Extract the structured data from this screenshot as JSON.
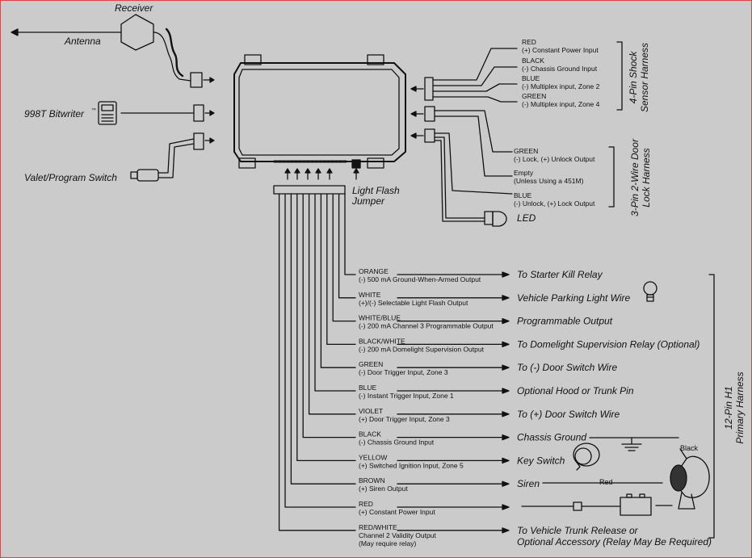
{
  "title": "",
  "colors": {
    "background": "#cbcbcb",
    "ink": "#111111",
    "border": "#d94545"
  },
  "left_components": {
    "receiver": "Receiver",
    "antenna": "Antenna",
    "bitwriter": "998T  Bitwriter",
    "bitwriter_tm": "™",
    "valet": "Valet/Program Switch"
  },
  "module": {
    "jumper": [
      "Light Flash",
      "Jumper"
    ]
  },
  "shock_harness": {
    "label": [
      "4-Pin Shock",
      "Sensor Harness"
    ],
    "wires": [
      {
        "color": "RED",
        "function": "(+) Constant Power Input"
      },
      {
        "color": "BLACK",
        "function": "(-) Chassis Ground Input"
      },
      {
        "color": "BLUE",
        "function": "(-) Multiplex input, Zone 2"
      },
      {
        "color": "GREEN",
        "function": "(-) Multiplex input, Zone 4"
      }
    ]
  },
  "door_lock_harness": {
    "label": [
      "3-Pin 2-Wire Door",
      "Lock Harness"
    ],
    "wires": [
      {
        "color": "GREEN",
        "function": "(-) Lock, (+) Unlock Output"
      },
      {
        "color": "Empty",
        "function": "(Unless Using a 451M)"
      },
      {
        "color": "BLUE",
        "function": "(-) Unlock, (+) Lock Output"
      }
    ],
    "led": "LED"
  },
  "primary_harness": {
    "label": [
      "12-Pin H1",
      "Primary Harness"
    ],
    "wires": [
      {
        "color": "ORANGE",
        "function": "(-) 500 mA Ground-When-Armed Output",
        "destination": "To Starter Kill Relay"
      },
      {
        "color": "WHITE",
        "function": "(+)/(-) Selectable Light Flash Output",
        "destination": "Vehicle Parking Light Wire"
      },
      {
        "color": "WHITE/BLUE",
        "function": "(-) 200 mA Channel 3 Programmable Output",
        "destination": "Programmable Output"
      },
      {
        "color": "BLACK/WHITE",
        "function": "(-) 200 mA Domelight Supervision Output",
        "destination": "To Domelight Supervision Relay (Optional)"
      },
      {
        "color": "GREEN",
        "function": "(-) Door Trigger Input, Zone 3",
        "destination": "To (-) Door Switch Wire"
      },
      {
        "color": "BLUE",
        "function": "(-) Instant Trigger Input, Zone 1",
        "destination": "Optional Hood or Trunk Pin"
      },
      {
        "color": "VIOLET",
        "function": "(+) Door Trigger Input, Zone 3",
        "destination": "To (+) Door Switch Wire"
      },
      {
        "color": "BLACK",
        "function": "(-) Chassis Ground Input",
        "destination": "Chassis Ground"
      },
      {
        "color": "YELLOW",
        "function": "(+) Switched Ignition Input, Zone 5",
        "destination": "Key Switch"
      },
      {
        "color": "BROWN",
        "function": "(+) Siren Output",
        "destination": "Siren"
      },
      {
        "color": "RED",
        "function": "(+) Constant Power Input",
        "destination": ""
      },
      {
        "color": "RED/WHITE",
        "function": "Channel 2 Validity Output",
        "function2": "(May require relay)",
        "destination": "To Vehicle Trunk Release or",
        "destination2": "Optional Accessory (Relay May Be Required)"
      }
    ]
  },
  "siren_labels": {
    "black": "Black",
    "red": "Red"
  }
}
